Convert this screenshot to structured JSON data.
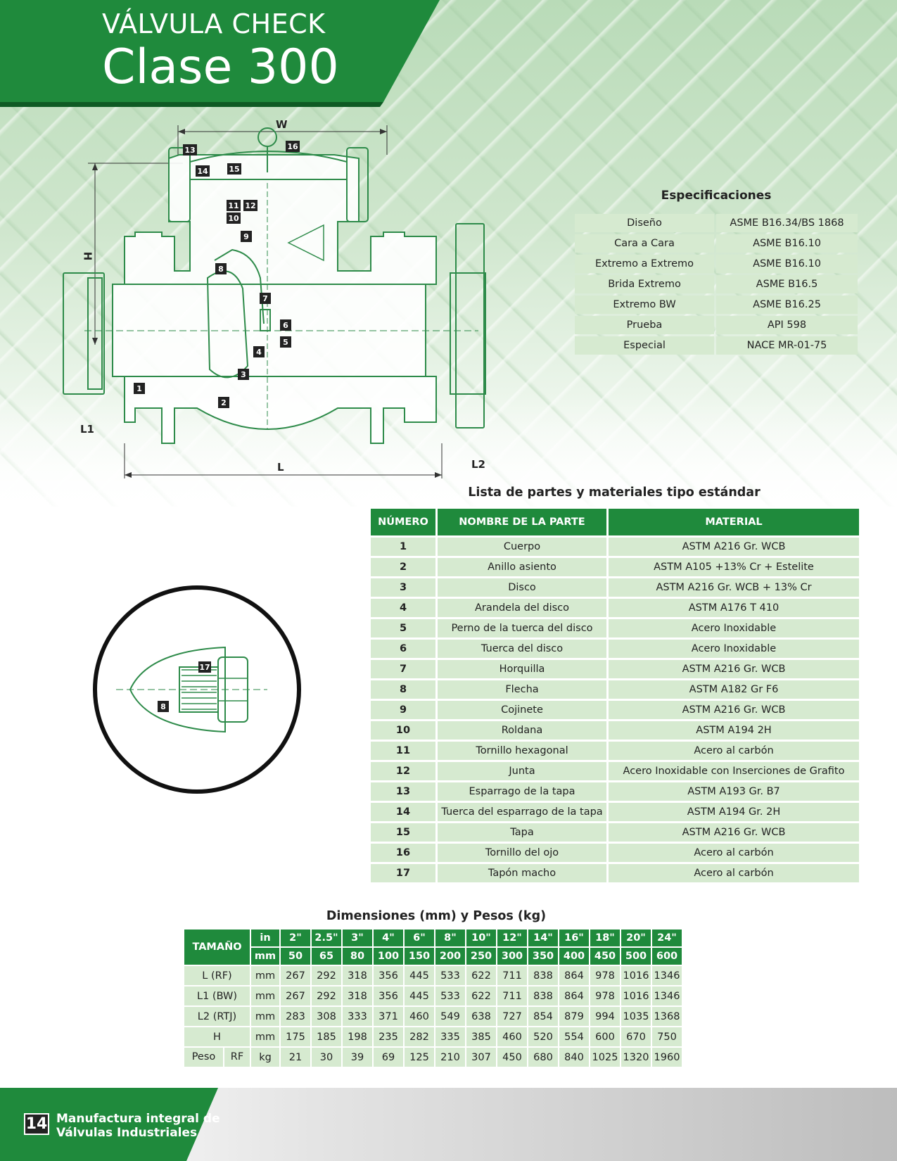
{
  "header": {
    "title_line1": "VÁLVULA CHECK",
    "title_line2": "Clase 300"
  },
  "drawing": {
    "dim_labels": {
      "w": "W",
      "h": "H",
      "l": "L",
      "l1": "L1",
      "l2": "L2"
    },
    "part_tags": [
      "1",
      "2",
      "3",
      "4",
      "5",
      "6",
      "7",
      "8",
      "9",
      "10",
      "11",
      "12",
      "13",
      "14",
      "15",
      "16"
    ],
    "detail_tags": [
      "17",
      "8"
    ]
  },
  "specs": {
    "title": "Especificaciones",
    "rows": [
      {
        "key": "Diseño",
        "value": "ASME B16.34/BS 1868"
      },
      {
        "key": "Cara a Cara",
        "value": "ASME B16.10"
      },
      {
        "key": "Extremo a Extremo",
        "value": "ASME B16.10"
      },
      {
        "key": "Brida Extremo",
        "value": "ASME B16.5"
      },
      {
        "key": "Extremo BW",
        "value": "ASME B16.25"
      },
      {
        "key": "Prueba",
        "value": "API 598"
      },
      {
        "key": "Especial",
        "value": "NACE MR-01-75"
      }
    ]
  },
  "parts": {
    "title": "Lista de partes y materiales tipo estándar",
    "headers": [
      "NÚMERO",
      "NOMBRE DE LA PARTE",
      "MATERIAL"
    ],
    "rows": [
      {
        "n": "1",
        "name": "Cuerpo",
        "material": "ASTM A216 Gr. WCB"
      },
      {
        "n": "2",
        "name": "Anillo asiento",
        "material": "ASTM A105 +13% Cr + Estelite"
      },
      {
        "n": "3",
        "name": "Disco",
        "material": "ASTM A216 Gr. WCB + 13% Cr"
      },
      {
        "n": "4",
        "name": "Arandela del disco",
        "material": "ASTM A176 T 410"
      },
      {
        "n": "5",
        "name": "Perno de la tuerca del disco",
        "material": "Acero Inoxidable"
      },
      {
        "n": "6",
        "name": "Tuerca del disco",
        "material": "Acero Inoxidable"
      },
      {
        "n": "7",
        "name": "Horquilla",
        "material": "ASTM A216 Gr. WCB"
      },
      {
        "n": "8",
        "name": "Flecha",
        "material": "ASTM A182 Gr F6"
      },
      {
        "n": "9",
        "name": "Cojinete",
        "material": "ASTM A216 Gr. WCB"
      },
      {
        "n": "10",
        "name": "Roldana",
        "material": "ASTM A194 2H"
      },
      {
        "n": "11",
        "name": "Tornillo hexagonal",
        "material": "Acero al carbón"
      },
      {
        "n": "12",
        "name": "Junta",
        "material": "Acero Inoxidable con Inserciones de Grafito"
      },
      {
        "n": "13",
        "name": "Esparrago de la tapa",
        "material": "ASTM A193 Gr. B7"
      },
      {
        "n": "14",
        "name": "Tuerca del esparrago de la tapa",
        "material": "ASTM A194 Gr. 2H"
      },
      {
        "n": "15",
        "name": "Tapa",
        "material": "ASTM A216 Gr. WCB"
      },
      {
        "n": "16",
        "name": "Tornillo del ojo",
        "material": "Acero al carbón"
      },
      {
        "n": "17",
        "name": "Tapón macho",
        "material": "Acero al carbón"
      }
    ]
  },
  "dimensions": {
    "title": "Dimensiones (mm) y Pesos (kg)",
    "tamano_label": "TAMAÑO",
    "in_label": "in",
    "mm_label": "mm",
    "sizes_in": [
      "2\"",
      "2.5\"",
      "3\"",
      "4\"",
      "6\"",
      "8\"",
      "10\"",
      "12\"",
      "14\"",
      "16\"",
      "18\"",
      "20\"",
      "24\""
    ],
    "sizes_mm": [
      "50",
      "65",
      "80",
      "100",
      "150",
      "200",
      "250",
      "300",
      "350",
      "400",
      "450",
      "500",
      "600"
    ],
    "rows": [
      {
        "label": "L (RF)",
        "unit": "mm",
        "values": [
          "267",
          "292",
          "318",
          "356",
          "445",
          "533",
          "622",
          "711",
          "838",
          "864",
          "978",
          "1016",
          "1346"
        ]
      },
      {
        "label": "L1 (BW)",
        "unit": "mm",
        "values": [
          "267",
          "292",
          "318",
          "356",
          "445",
          "533",
          "622",
          "711",
          "838",
          "864",
          "978",
          "1016",
          "1346"
        ]
      },
      {
        "label": "L2 (RTJ)",
        "unit": "mm",
        "values": [
          "283",
          "308",
          "333",
          "371",
          "460",
          "549",
          "638",
          "727",
          "854",
          "879",
          "994",
          "1035",
          "1368"
        ]
      },
      {
        "label": "H",
        "unit": "mm",
        "values": [
          "175",
          "185",
          "198",
          "235",
          "282",
          "335",
          "385",
          "460",
          "520",
          "554",
          "600",
          "670",
          "750"
        ]
      }
    ],
    "peso_row": {
      "label": "Peso",
      "sub": "RF",
      "unit": "kg",
      "values": [
        "21",
        "30",
        "39",
        "69",
        "125",
        "210",
        "307",
        "450",
        "680",
        "840",
        "1025",
        "1320",
        "1960"
      ]
    }
  },
  "footer": {
    "page_number": "14",
    "line1": "Manufactura integral de",
    "line2": "Válvulas Industriales"
  },
  "colors": {
    "brand_green": "#1f8a3c",
    "cell_green": "#d6ead0",
    "line_green": "#2e8b4a"
  }
}
